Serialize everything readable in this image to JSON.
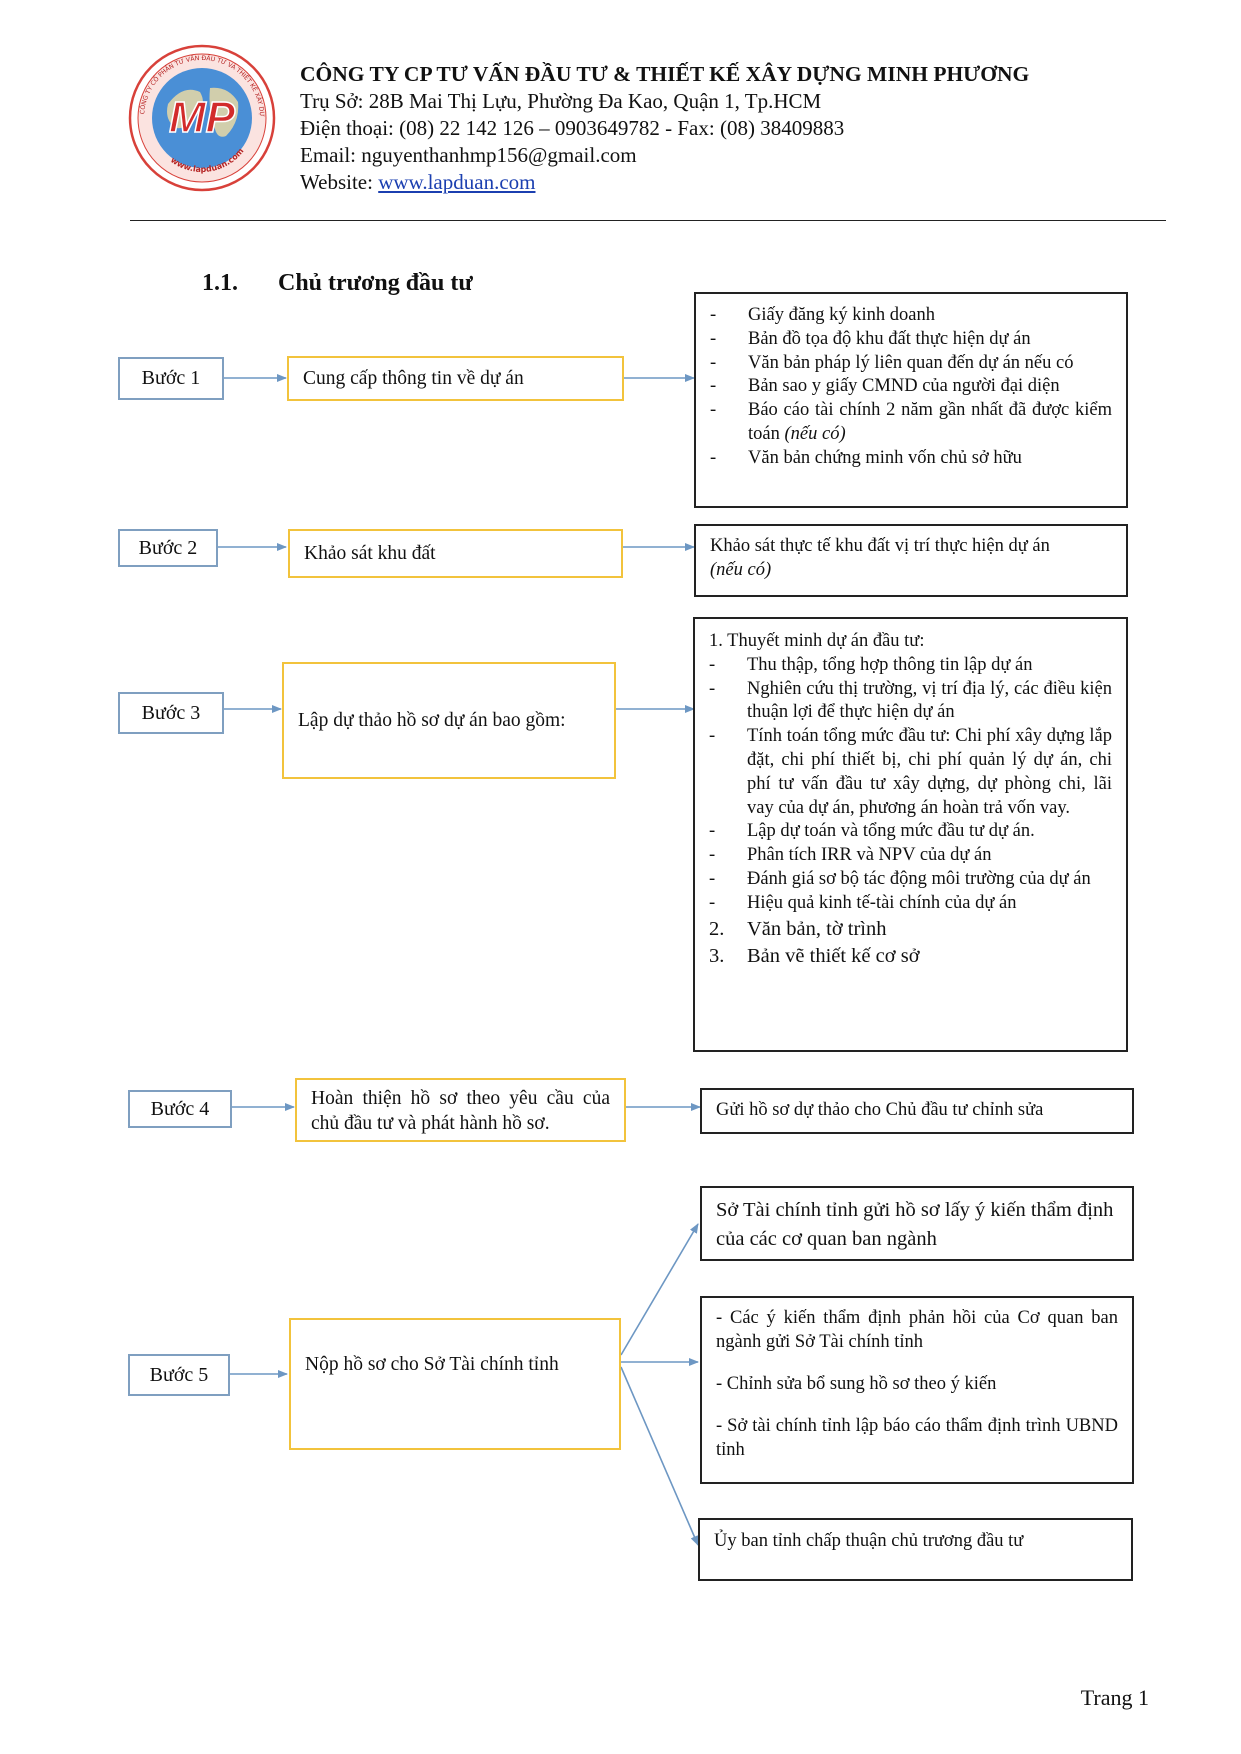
{
  "header": {
    "company": "CÔNG TY CP TƯ VẤN ĐẦU TƯ & THIẾT KẾ XÂY DỰNG MINH PHƯƠNG",
    "address": "Trụ Sở: 28B Mai Thị Lựu, Phường Đa Kao, Quận 1, Tp.HCM",
    "phone": "Điện thoại: (08) 22 142 126 – 0903649782 - Fax: (08) 38409883",
    "email": "Email: nguyenthanhmp156@gmail.com",
    "website_label": "Website: ",
    "website_link": "www.lapduan.com",
    "logo": {
      "letters": "MP",
      "ring_text_top": "CÔNG TY CỔ PHẦN TƯ VẤN ĐẦU TƯ VÀ THIẾT KẾ XÂY DỰNG MINH PHƯƠNG",
      "ring_text_bottom": "www.lapduan.com",
      "colors": {
        "ring": "#d8413a",
        "globe": "#4a8fd6",
        "letters": "#d22b2b"
      }
    }
  },
  "section": {
    "number": "1.1.",
    "title": "Chủ trương đầu tư"
  },
  "colors": {
    "step_border": "#7f9fc0",
    "task_border": "#f2c33c",
    "result_border": "#222222",
    "arrow": "#6d97c3"
  },
  "steps": [
    {
      "label": "Bước 1",
      "task": "Cung cấp thông tin về dự án",
      "result_items": [
        "Giấy đăng ký kinh doanh",
        "Bản đồ tọa độ khu đất thực hiện dự án",
        "Văn bản pháp lý liên quan đến dự án nếu có",
        "Bản sao y giấy CMND của người đại diện",
        "Báo cáo tài chính 2 năm gần nhất đã được kiểm toán",
        "Văn bản chứng minh vốn chủ sở hữu"
      ],
      "result_note": "(nếu có)"
    },
    {
      "label": "Bước 2",
      "task": "Khảo sát khu đất",
      "result_text": "Khảo sát thực tế khu đất vị trí thực hiện dự án",
      "result_note": "(nếu có)"
    },
    {
      "label": "Bước 3",
      "task": "Lập dự thảo hồ sơ dự án bao gồm:",
      "result_heading": "1. Thuyết minh dự án đầu tư:",
      "result_items": [
        "Thu thập, tổng hợp thông tin lập dự án",
        "Nghiên cứu thị trường, vị trí địa lý, các điều kiện thuận lợi để thực hiện dự án",
        "Tính toán tổng mức đầu tư: Chi phí xây dựng lắp đặt, chi phí thiết bị, chi phí quản lý dự án, chi phí tư vấn đầu tư xây dựng, dự phòng chi, lãi vay của dự án, phương án hoàn trả vốn vay.",
        " Lập dự toán và tổng mức đầu tư dự án.",
        "Phân tích IRR và NPV của dự án",
        "Đánh giá sơ bộ tác động môi trường của dự án",
        "Hiệu quả kinh tế-tài chính của dự án"
      ],
      "result_numbered": [
        {
          "n": "2.",
          "text": "Văn bản, tờ trình"
        },
        {
          "n": "3.",
          "text": "Bản vẽ thiết kế cơ sở"
        }
      ]
    },
    {
      "label": "Bước 4",
      "task": "Hoàn thiện hồ sơ theo yêu cầu của chủ đầu tư và phát hành hồ sơ.",
      "result_text": "Gửi hồ sơ dự thảo cho Chủ đầu tư chỉnh sửa"
    },
    {
      "label": "Bước 5",
      "task": "Nộp hồ sơ cho  Sở Tài chính  tỉnh",
      "results": [
        "Sở Tài chính   tỉnh gửi hồ sơ lấy ý kiến thẩm định của các cơ quan ban ngành",
        "- Các ý kiến thẩm định phản hồi của Cơ quan ban ngành gửi Sở Tài chính  tỉnh",
        "- Chỉnh sửa bổ sung hồ sơ theo ý kiến",
        "- Sở tài chính tỉnh lập báo cáo thẩm định trình UBND tỉnh",
        "Ủy ban tỉnh chấp thuận chủ trương đầu tư"
      ]
    }
  ],
  "footer": {
    "page": "Trang 1"
  }
}
